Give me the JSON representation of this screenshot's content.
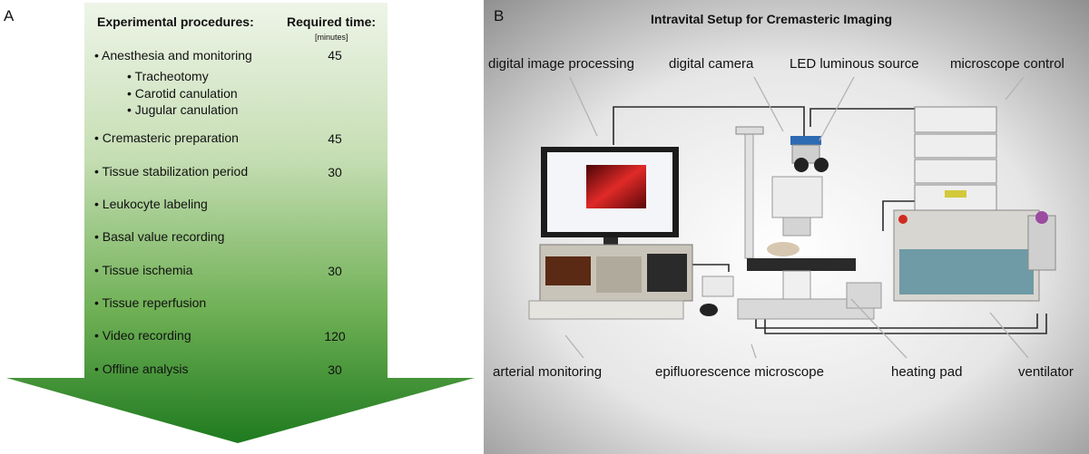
{
  "panel_a": {
    "letter": "A",
    "header_procedures": "Experimental procedures",
    "header_time": "Required time:",
    "time_unit": "[minutes]",
    "steps": [
      {
        "label": "• Anesthesia and monitoring",
        "time": "45"
      },
      {
        "label": "• Tracheotomy",
        "time": ""
      },
      {
        "label": "• Carotid canulation",
        "time": ""
      },
      {
        "label": "• Jugular canulation",
        "time": ""
      },
      {
        "label": "• Cremasteric preparation",
        "time": "45"
      },
      {
        "label": "• Tissue stabilization period",
        "time": "30"
      },
      {
        "label": "• Leukocyte labeling",
        "time": ""
      },
      {
        "label": "• Basal value recording",
        "time": ""
      },
      {
        "label": "• Tissue ischemia",
        "time": "30"
      },
      {
        "label": "• Tissue reperfusion",
        "time": ""
      },
      {
        "label": "• Video recording",
        "time": "120"
      },
      {
        "label": "• Offline analysis",
        "time": "30"
      }
    ]
  },
  "panel_b": {
    "letter": "B",
    "title": "Intravital Setup for Cremasteric Imaging",
    "labels": {
      "digital_image_processing": "digital image processing",
      "digital_camera": "digital camera",
      "led_source": "LED luminous source",
      "microscope_control": "microscope control",
      "arterial_monitoring": "arterial monitoring",
      "epifluorescence_microscope": "epifluorescence microscope",
      "heating_pad": "heating pad",
      "ventilator": "ventilator"
    }
  }
}
